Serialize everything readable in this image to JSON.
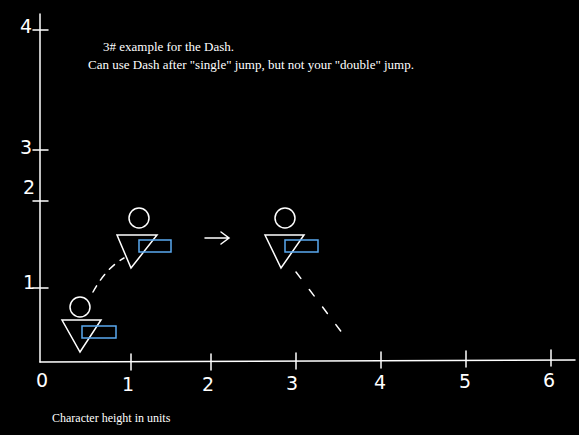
{
  "diagram": {
    "labels": [
      "3# example for the Dash.",
      "Can use Dash after \"single\" jump, but not your \"double\" jump.",
      "4",
      "3",
      "2",
      "1",
      "0",
      "1",
      "2",
      "3",
      "4",
      "5",
      "6",
      "Character height in units"
    ]
  }
}
